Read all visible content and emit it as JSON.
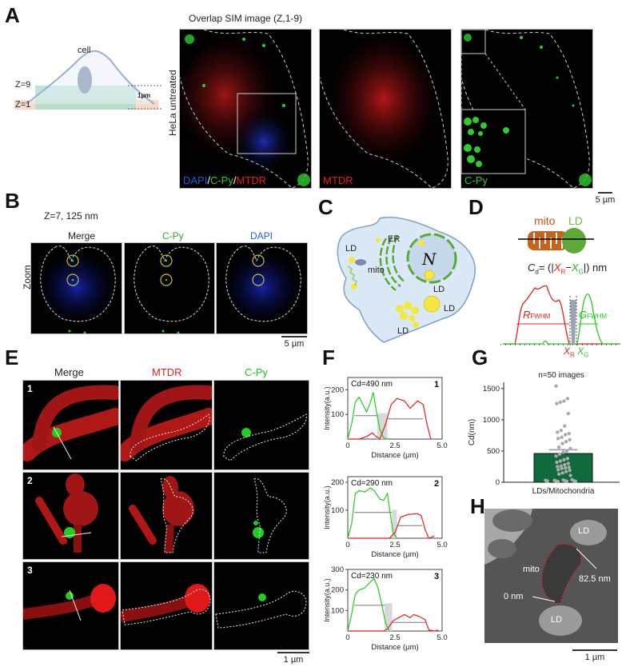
{
  "panels": {
    "A": {
      "letter": "A",
      "schematic": {
        "cell_label": "cell",
        "z_top": "Z=9",
        "z_bottom": "Z=1",
        "thickness": "1µm"
      },
      "title": "Overlap SIM image (Z,1-9)",
      "row_label": "HeLa untreated",
      "images": [
        {
          "caption_parts": [
            {
              "text": "DAPI",
              "color": "#1f5fd6"
            },
            {
              "text": "/",
              "color": "#ffffff"
            },
            {
              "text": "C-Py",
              "color": "#2ecc2e"
            },
            {
              "text": "/",
              "color": "#ffffff"
            },
            {
              "text": "MTDR",
              "color": "#e02020"
            }
          ]
        },
        {
          "caption_parts": [
            {
              "text": "MTDR",
              "color": "#e02020"
            }
          ]
        },
        {
          "caption_parts": [
            {
              "text": "C-Py",
              "color": "#2ecc2e"
            }
          ]
        }
      ],
      "scale_bar": "5  µm"
    },
    "B": {
      "letter": "B",
      "subtitle": "Z=7, 125 nm",
      "row_label": "Zoom",
      "columns": [
        {
          "label": "Merge",
          "color": "#222222"
        },
        {
          "label": "C-Py",
          "color": "#2eaa2e"
        },
        {
          "label": "DAPI",
          "color": "#1f5fd6"
        }
      ],
      "scale_bar": "5  µm"
    },
    "C": {
      "letter": "C",
      "labels": {
        "er": "ER",
        "nucleus": "N",
        "ld": "LD",
        "mito": "mito"
      }
    },
    "D": {
      "letter": "D",
      "mito_label": "mito",
      "ld_label": "LD",
      "formula": {
        "prefix": "C",
        "sub": "d",
        "eq": "= (|",
        "xr": "X",
        "xr_sub": "R",
        "minus": "−",
        "xg": "X",
        "xg_sub": "G",
        "suffix": "|) nm"
      },
      "r_fwhm": {
        "main": "R",
        "sub": "FWHM"
      },
      "g_fwhm": {
        "main": "G",
        "sub": "FWHM"
      },
      "xr_label": {
        "main": "X",
        "sub": "R"
      },
      "xg_label": {
        "main": "X",
        "sub": "G"
      }
    },
    "E": {
      "letter": "E",
      "columns": [
        {
          "label": "Merge",
          "color": "#222222"
        },
        {
          "label": "MTDR",
          "color": "#e02020"
        },
        {
          "label": "C-Py",
          "color": "#22c022"
        }
      ],
      "rows": [
        "1",
        "2",
        "3"
      ],
      "scale_bar": "1 µm"
    },
    "F": {
      "letter": "F"
    },
    "G": {
      "letter": "G"
    },
    "H": {
      "letter": "H",
      "labels": {
        "ld_top": "LD",
        "ld_bottom": "LD",
        "mito": "mito",
        "dist_far": "82.5 nm",
        "dist_near": "0 nm"
      },
      "scale_bar": "1 µm"
    }
  },
  "chart_data": [
    {
      "id": "F1",
      "type": "line",
      "title": "Cd=490 nm",
      "index_label": "1",
      "xlabel": "Distance (µm)",
      "ylabel": "Intensity(a.u.)",
      "xlim": [
        0,
        5.0
      ],
      "ylim": [
        0,
        250
      ],
      "xticks": [
        "0",
        "2.5",
        "5.0"
      ],
      "yticks": [
        "100",
        "200"
      ],
      "series": [
        {
          "name": "C-Py (green)",
          "color": "#22cc22",
          "x": [
            0.0,
            0.2,
            0.4,
            0.6,
            0.8,
            1.0,
            1.2,
            1.35,
            1.5,
            1.7,
            1.9,
            2.1
          ],
          "y": [
            0,
            60,
            150,
            170,
            140,
            110,
            150,
            190,
            120,
            40,
            5,
            0
          ]
        },
        {
          "name": "MTDR (red)",
          "color": "#e02020",
          "x": [
            0.0,
            0.6,
            1.0,
            1.3,
            1.5,
            1.7,
            2.0,
            2.3,
            2.6,
            3.0,
            3.3,
            3.7,
            4.0,
            4.2,
            4.4
          ],
          "y": [
            0,
            0,
            10,
            25,
            10,
            0,
            60,
            140,
            165,
            155,
            125,
            155,
            140,
            60,
            0
          ]
        }
      ],
      "fwhm_green": {
        "x": [
          0.35,
          1.55
        ],
        "y": 95
      },
      "fwhm_red": {
        "x": [
          2.1,
          4.0
        ],
        "y": 82
      }
    },
    {
      "id": "F2",
      "type": "line",
      "title": "Cd=290  nm",
      "index_label": "2",
      "xlabel": "Distance (µm)",
      "ylabel": "Intensity(a.u.)",
      "xlim": [
        0,
        5.0
      ],
      "ylim": [
        0,
        220
      ],
      "xticks": [
        "0",
        "2.5",
        "5.0"
      ],
      "yticks": [
        "100",
        "200"
      ],
      "series": [
        {
          "name": "C-Py (green)",
          "color": "#22cc22",
          "x": [
            0.0,
            0.2,
            0.4,
            0.6,
            0.9,
            1.2,
            1.4,
            1.7,
            1.9,
            2.1,
            2.25,
            2.4,
            2.6
          ],
          "y": [
            0,
            50,
            160,
            170,
            165,
            180,
            170,
            140,
            135,
            160,
            90,
            20,
            0
          ]
        },
        {
          "name": "MTDR (red)",
          "color": "#e02020",
          "x": [
            0.0,
            2.2,
            2.5,
            2.8,
            3.2,
            3.7,
            3.9,
            4.1,
            4.3,
            4.6
          ],
          "y": [
            0,
            0,
            20,
            75,
            85,
            88,
            80,
            30,
            0,
            8
          ]
        }
      ],
      "fwhm_green": {
        "x": [
          0.35,
          2.35
        ],
        "y": 92
      },
      "fwhm_red": {
        "x": [
          2.6,
          3.95
        ],
        "y": 45
      }
    },
    {
      "id": "F3",
      "type": "line",
      "title": "Cd=230 nm",
      "index_label": "3",
      "xlabel": "Distance (µm)",
      "ylabel": "Intensity(a.u.)",
      "xlim": [
        0,
        5.0
      ],
      "ylim": [
        0,
        300
      ],
      "xticks": [
        "0",
        "2.5",
        "5.0"
      ],
      "yticks": [
        "100",
        "200",
        "300"
      ],
      "series": [
        {
          "name": "C-Py (green)",
          "color": "#22cc22",
          "x": [
            0.0,
            0.2,
            0.4,
            0.6,
            0.9,
            1.2,
            1.4,
            1.6,
            1.8,
            2.0,
            2.2
          ],
          "y": [
            0,
            80,
            180,
            200,
            210,
            240,
            255,
            210,
            130,
            40,
            0
          ]
        },
        {
          "name": "MTDR (red)",
          "color": "#e02020",
          "x": [
            0.0,
            1.9,
            2.1,
            2.4,
            2.7,
            3.0,
            3.3,
            3.5,
            3.8,
            4.1,
            4.3,
            4.6,
            4.8
          ],
          "y": [
            0,
            0,
            10,
            50,
            65,
            80,
            65,
            80,
            70,
            55,
            5,
            0,
            5
          ]
        }
      ],
      "fwhm_green": {
        "x": [
          0.35,
          1.95
        ],
        "y": 125
      },
      "fwhm_red": {
        "x": [
          2.35,
          4.15
        ],
        "y": 42
      }
    },
    {
      "id": "G",
      "type": "bar",
      "title": "n=50 images",
      "categories": [
        "LDs/Mitochondria"
      ],
      "values": [
        460
      ],
      "error": 60,
      "xlabel": "LDs/Mitochondria",
      "ylabel": "Cd(nm)",
      "ylim": [
        0,
        1600
      ],
      "yticks": [
        "0",
        "500",
        "1000",
        "1500"
      ],
      "bar_color": "#0f6b3e",
      "points": [
        1540,
        1340,
        1300,
        1280,
        1260,
        1100,
        900,
        830,
        800,
        780,
        760,
        720,
        700,
        680,
        650,
        620,
        560,
        540,
        500,
        480,
        450,
        420,
        380,
        360,
        340,
        320,
        300,
        280,
        260,
        250,
        240,
        230,
        220,
        200,
        190,
        170,
        150,
        130,
        110,
        40,
        35,
        30,
        30,
        25,
        25,
        20,
        20,
        15,
        15,
        10
      ]
    }
  ]
}
